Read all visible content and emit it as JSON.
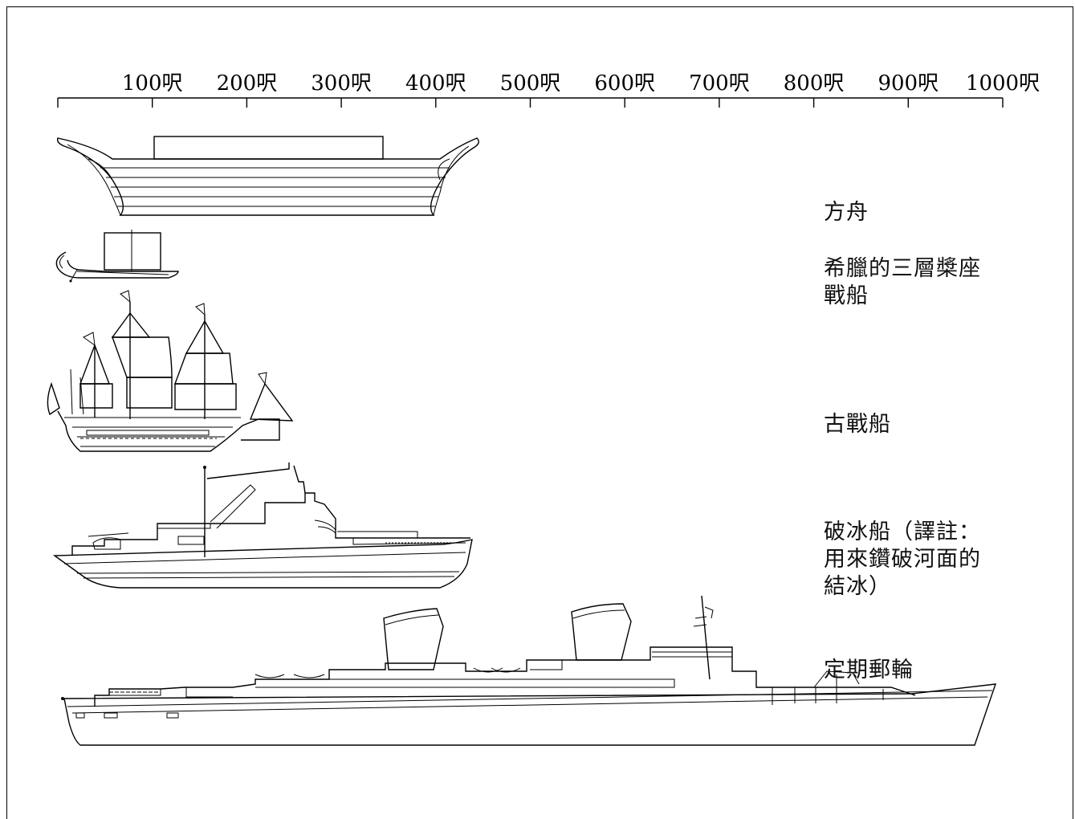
{
  "scale": {
    "unit": "呎",
    "ticks": [
      "100呎",
      "200呎",
      "300呎",
      "400呎",
      "500呎",
      "600呎",
      "700呎",
      "800呎",
      "900呎",
      "1000呎"
    ]
  },
  "ships": [
    {
      "id": "ark",
      "label": "方舟"
    },
    {
      "id": "trireme",
      "label": "希臘的三層槳座\n戰船"
    },
    {
      "id": "galleon",
      "label": "古戰船"
    },
    {
      "id": "icebreaker",
      "label": "破冰船（譯註：\n用來鑽破河面的\n結冰）"
    },
    {
      "id": "liner",
      "label": "定期郵輪"
    }
  ]
}
